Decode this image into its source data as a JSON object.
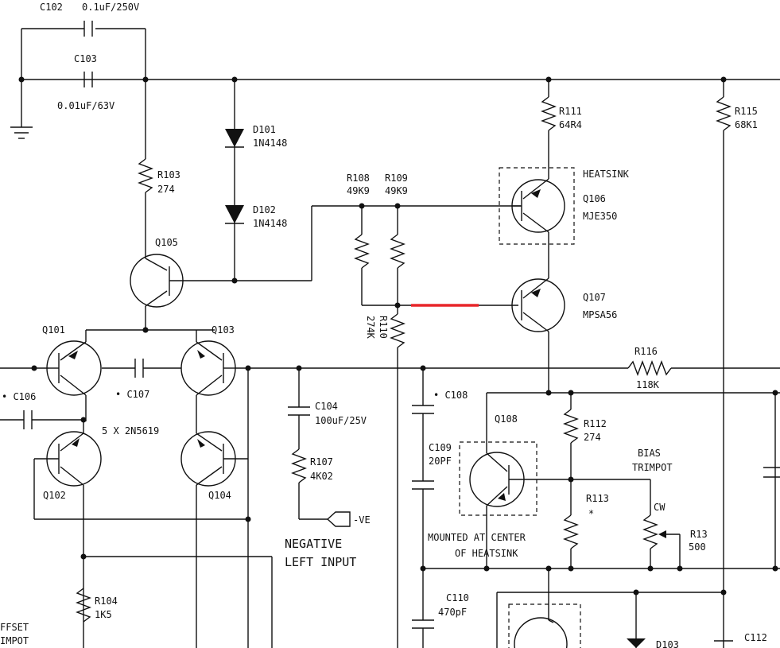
{
  "labels": {
    "c102": "C102",
    "c102_val": "0.1uF/250V",
    "c103": "C103",
    "c103_val": "0.01uF/63V",
    "d101": "D101",
    "d101_val": "1N4148",
    "d102": "D102",
    "d102_val": "1N4148",
    "r103": "R103",
    "r103_val": "274",
    "q105": "Q105",
    "r108": "R108",
    "r108_val": "49K9",
    "r109": "R109",
    "r109_val": "49K9",
    "r111": "R111",
    "r111_val": "64R4",
    "r115": "R115",
    "r115_val": "68K1",
    "heatsink": "HEATSINK",
    "q106": "Q106",
    "q106_val": "MJE350",
    "q107": "Q107",
    "q107_val": "MPSA56",
    "r110": "R110",
    "r110_val": "274K",
    "q101": "Q101",
    "q103": "Q103",
    "c106": "• C106",
    "c107": "• C107",
    "transistors": "5 X 2N5619",
    "q102": "Q102",
    "q104": "Q104",
    "c104": "C104",
    "c104_val": "100uF/25V",
    "r107": "R107",
    "r107_val": "4K02",
    "neg_ve": "-VE",
    "neg_input_1": "NEGATIVE",
    "neg_input_2": "LEFT INPUT",
    "r116": "R116",
    "r116_val": "118K",
    "c108": "• C108",
    "q108": "Q108",
    "c109": "C109",
    "c109_val": "20PF",
    "r112": "R112",
    "r112_val": "274",
    "bias_1": "BIAS",
    "bias_2": "TRIMPOT",
    "r113": "R113",
    "r113_star": "*",
    "cw": "CW",
    "r13": "R13",
    "r13_val": "500",
    "mounted_1": "MOUNTED AT CENTER",
    "mounted_2": "OF HEATSINK",
    "c110": "C110",
    "c110_val": "470pF",
    "r104": "R104",
    "r104_val": "1K5",
    "offset_1": "FFSET",
    "offset_2": "IMPOT",
    "d103": "D103",
    "c112": "C112"
  },
  "highlight_color": "#e8262a"
}
